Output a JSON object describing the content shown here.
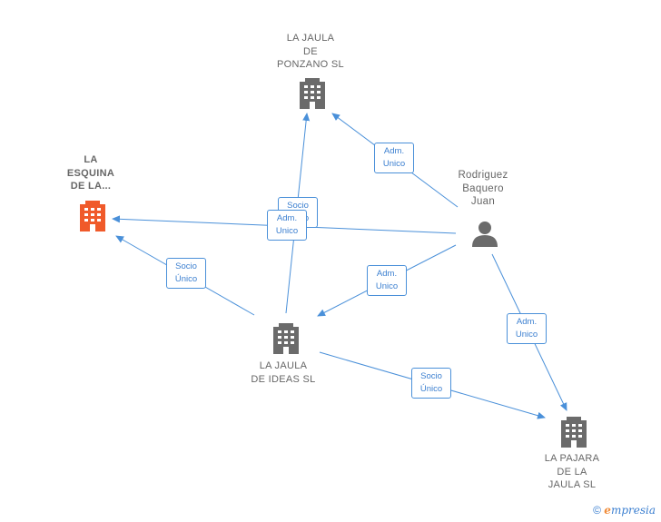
{
  "nodes": {
    "ponzano": {
      "label": "LA JAULA\nDE\nPONZANO  SL",
      "type": "company"
    },
    "esquina": {
      "label": "LA\nESQUINA\nDE LA...",
      "type": "focus-company"
    },
    "ideas": {
      "label": "LA JAULA\nDE IDEAS  SL",
      "type": "company"
    },
    "pajara": {
      "label": "LA PAJARA\nDE LA\nJAULA  SL",
      "type": "company"
    },
    "rodriguez": {
      "label": "Rodriguez\nBaquero\nJuan",
      "type": "person"
    }
  },
  "edges": [
    {
      "from": "rodriguez",
      "to": "ponzano",
      "label": "Adm.\nUnico"
    },
    {
      "from": "ideas",
      "to": "ponzano",
      "label": "Socio\nÚnico"
    },
    {
      "from": "rodriguez",
      "to": "esquina",
      "label": "Adm.\nUnico"
    },
    {
      "from": "ideas",
      "to": "esquina",
      "label": "Socio\nÚnico"
    },
    {
      "from": "rodriguez",
      "to": "ideas",
      "label": "Adm.\nUnico"
    },
    {
      "from": "rodriguez",
      "to": "pajara",
      "label": "Adm.\nUnico"
    },
    {
      "from": "ideas",
      "to": "pajara",
      "label": "Socio\nÚnico"
    }
  ],
  "colors": {
    "edge": "#4a90d9",
    "building": "#6b6b6b",
    "focus": "#f05a2a",
    "person": "#6b6b6b"
  },
  "footer": {
    "copyright_symbol": "©",
    "brand_e": "e",
    "brand_rest": "mpresia"
  }
}
